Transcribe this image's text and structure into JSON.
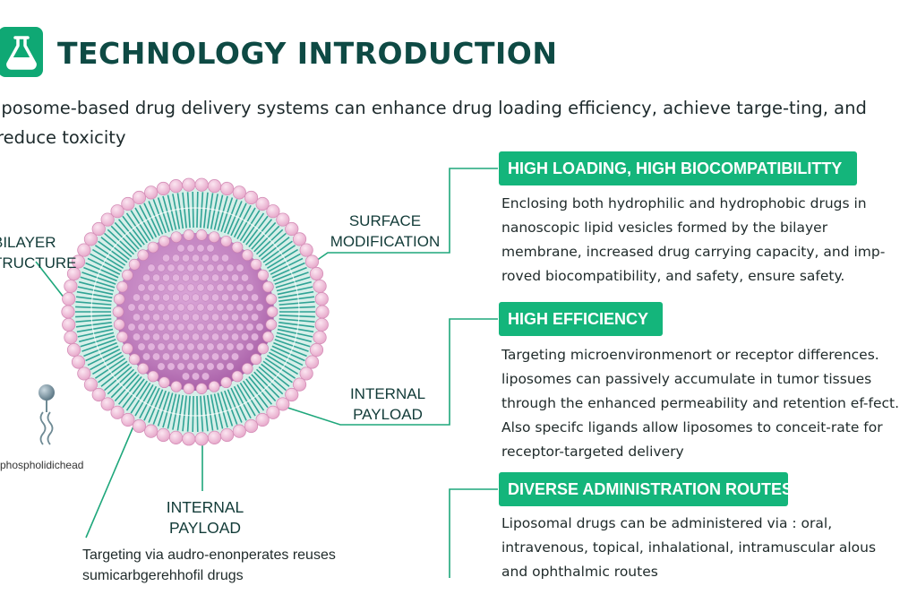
{
  "header": {
    "icon": "flask-icon",
    "title": "TECHNOLOGY INTRODUCTION"
  },
  "intro": {
    "text": "iposome-based drug delivery systems can enhance drug loading efficiency, achieve targe-ting, and reduce toxicity"
  },
  "diagram": {
    "labels": {
      "bilayer": [
        "BILAYER",
        "TRUCTURE"
      ],
      "surface": [
        "SURFACE",
        "MODIFICATION"
      ],
      "internal_right": [
        "INTERNAL",
        "PAYLOAD"
      ],
      "internal_bottom": [
        "INTERNAL",
        "PAYLOAD"
      ],
      "phospholipid": "phospholidichead"
    },
    "bottom_note": "Targeting via audro-enonperates reuses sumicarbgerehhofil drugs",
    "colors": {
      "teal": "#14b57b",
      "bilayer": "#1e9b8c",
      "head": "#f1c6dd",
      "core": "#c98bc5"
    }
  },
  "cards": [
    {
      "title": "HIGH LOADING, HIGH BIOCOMPATIBILITTY",
      "body": "Enclosing both hydrophilic and hydrophobic drugs in nanoscopic lipid vesicles formed by the bilayer membrane, increased drug carrying capacity, and imp-roved biocompatibility, and safety, ensure safety."
    },
    {
      "title": "HIGH EFFICIENCY",
      "body": "Targeting microenvironmenort or receptor differences. liposomes can passively accumulate in tumor tissues through the enhanced permeability and retention ef-fect. Also specifc ligands allow liposomes to conceit-rate for receptor-targeted delivery"
    },
    {
      "title": "DIVERSE ADMINISTRATION ROUTES",
      "body": "Liposomal drugs can be administered via :  oral, intravenous, topical, inhalational, intramuscular alous and ophthalmic routes"
    }
  ]
}
